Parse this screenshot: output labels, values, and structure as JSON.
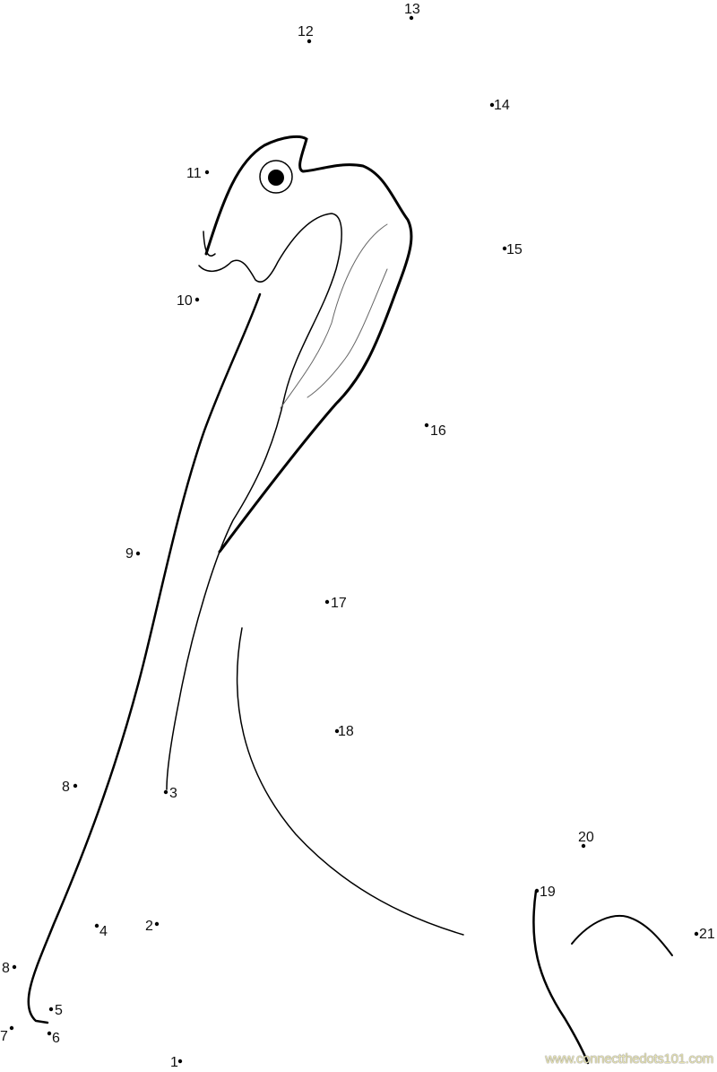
{
  "worksheet": {
    "dot_labels": [
      "1",
      "2",
      "3",
      "4",
      "5",
      "6",
      "7",
      "8",
      "8",
      "9",
      "10",
      "11",
      "12",
      "13",
      "14",
      "15",
      "16",
      "17",
      "18",
      "19",
      "20",
      "21"
    ],
    "watermark": "www.connectthedots101.com"
  }
}
